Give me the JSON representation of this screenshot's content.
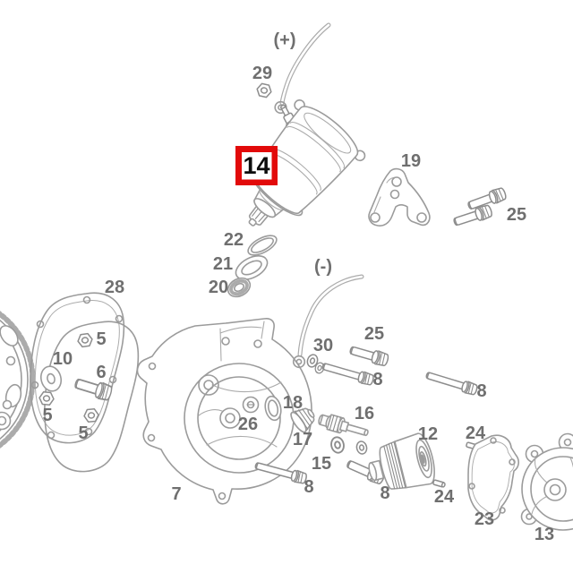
{
  "diagram": {
    "colors": {
      "line": "#9b9b9b",
      "line_soft": "#ababab",
      "label": "#6f6f6f",
      "highlight_box": "#e20a0a",
      "highlight_text": "#0d0d0d",
      "background": "#ffffff"
    },
    "highlight": {
      "part_number": "14"
    },
    "terminal_labels": {
      "positive": "(+)",
      "negative": "(-)"
    },
    "part_numbers": {
      "5": "5",
      "6": "6",
      "7": "7",
      "8": "8",
      "10": "10",
      "12": "12",
      "13": "13",
      "15": "15",
      "16": "16",
      "17": "17",
      "18": "18",
      "19": "19",
      "20": "20",
      "21": "21",
      "22": "22",
      "23": "23",
      "24": "24",
      "25": "25",
      "26": "26",
      "28": "28",
      "29": "29",
      "30": "30"
    }
  }
}
